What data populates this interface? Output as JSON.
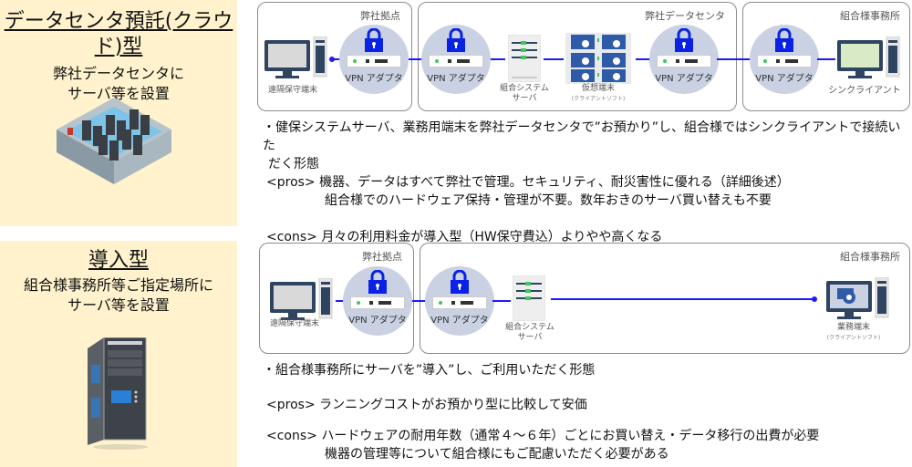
{
  "cloud": {
    "title": "データセンタ預託(クラウド)型",
    "subtitle_line1": "弊社データセンタに",
    "subtitle_line2": "サーバ等を設置",
    "image": "data-center-illustration",
    "diagram": {
      "box1_label": "弊社拠点",
      "box2_label": "弊社データセンタ",
      "box3_label": "組合様事務所",
      "remote_terminal": "遠隔保守端末",
      "vpn_adapter": "VPN アダプタ",
      "system_server_line1": "組合システム",
      "system_server_line2": "サーバ",
      "virtual_terminal": "仮想端末",
      "virtual_terminal_sub": "(クライアントソフト)",
      "thin_client": "シンクライアント"
    },
    "description": {
      "line1": "・健保システムサーバ、業務用端末を弊社データセンタで”お預かり”し、組合様ではシンクライアントで接続いた",
      "line2": "だく形態",
      "pros_tag": "<pros>",
      "pros_1": "機器、データはすべて弊社で管理。セキュリティ、耐災害性に優れる（詳細後述）",
      "pros_2": "組合様でのハードウェア保持・管理が不要。数年おきのサーバ買い替えも不要",
      "cons_tag": "<cons>",
      "cons_1": "月々の利用料金が導入型（HW保守費込）よりやや高くなる"
    }
  },
  "onprem": {
    "title": "導入型",
    "subtitle_line1": "組合様事務所等ご指定場所に",
    "subtitle_line2": "サーバ等を設置",
    "image": "tower-server-illustration",
    "diagram": {
      "box1_label": "弊社拠点",
      "box2_label": "組合様事務所",
      "remote_terminal": "遠隔保守端末",
      "vpn_adapter": "VPN アダプタ",
      "system_server_line1": "組合システム",
      "system_server_line2": "サーバ",
      "business_terminal": "業務端末",
      "business_terminal_sub": "(クライアントソフト)"
    },
    "description": {
      "line1": "・組合様事務所にサーバを”導入”し、ご利用いただく形態",
      "pros_tag": "<pros>",
      "pros_1": "ランニングコストがお預かり型に比較して安価",
      "cons_tag": "<cons>",
      "cons_1": "ハードウェアの耐用年数（通常４～６年）ごとにお買い替え・データ移行の出費が必要",
      "cons_2": "機器の管理等について組合様にもご配慮いただく必要がある"
    }
  },
  "colors": {
    "panel_bg": "#fff2cc",
    "vpn_circle": "#c9d1e3",
    "lock_blue": "#0a22e6",
    "link_line": "#1a1aff",
    "box_border": "#8c8c8c"
  }
}
